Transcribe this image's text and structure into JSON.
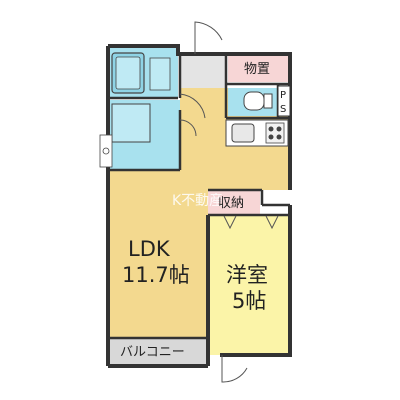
{
  "rooms": {
    "ldk_name": "LDK",
    "ldk_size": "11.7帖",
    "western_name": "洋室",
    "western_size": "5帖",
    "storage": "物置",
    "closet": "収納",
    "balcony": "バルコニー",
    "ps_p": "P",
    "ps_s": "S"
  },
  "watermark": "K不動産",
  "colors": {
    "wall": "#333333",
    "floor_wood": "#f3d98f",
    "floor_western": "#fbf4a8",
    "wet_area": "#a8e1ee",
    "storage_pink": "#f7d6d6",
    "balcony_gray": "#d8d8d8",
    "entrance_gray": "#e4e4e4"
  },
  "icons": [
    "bathtub-icon",
    "toilet-icon",
    "kitchen-sink-icon",
    "stove-icon",
    "washer-icon",
    "door-swing-icon"
  ]
}
